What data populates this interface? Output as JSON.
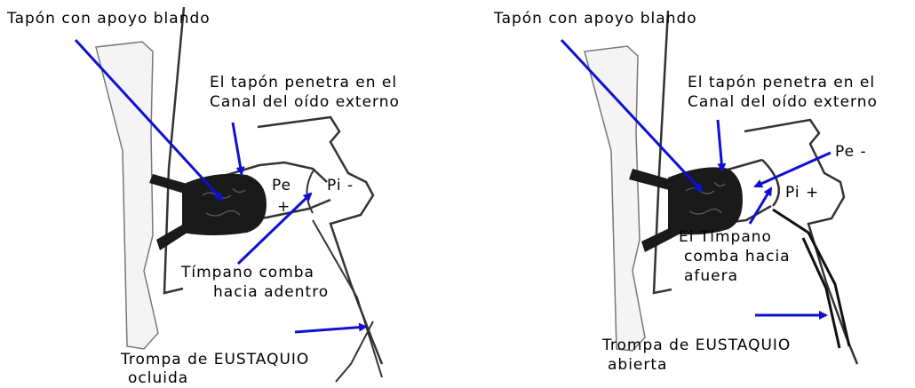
{
  "colors": {
    "arrow": "#1010d0",
    "outline": "#333333",
    "plug": "#1a1a1a",
    "hand": "#f4f4f4"
  },
  "left_panel": {
    "plug_label": "Tapón con apoyo blando",
    "canal_line1": "El tapón penetra  en el",
    "canal_line2": "Canal del oído externo",
    "pe_label": "Pe",
    "pe_sign": "+",
    "pi_label": "Pi -",
    "eardrum_line1": "Tímpano comba",
    "eardrum_line2": "hacia adentro",
    "tube_line1": "Trompa de EUSTAQUIO",
    "tube_line2": "ocluida"
  },
  "right_panel": {
    "plug_label": "Tapón con apoyo blando",
    "canal_line1": "El tapón penetra  en el",
    "canal_line2": "Canal del oído externo",
    "pe_label": "Pe -",
    "pi_label": "Pi +",
    "eardrum_line1": "El Tímpano",
    "eardrum_line2": "comba hacia",
    "eardrum_line3": "afuera",
    "tube_line1": "Trompa de EUSTAQUIO",
    "tube_line2": "abierta"
  }
}
